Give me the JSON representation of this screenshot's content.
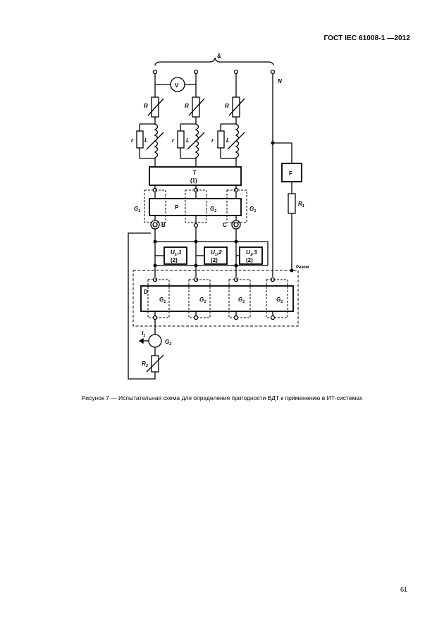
{
  "header": {
    "standard": "ГОСТ IEC 61008-1 —2012"
  },
  "figure": {
    "caption": "Рисунок 7 — Испытательная схема для определения пригодности ВДТ к применению в ИТ-системах",
    "labels": {
      "ampersand": "&",
      "N": "N",
      "V": "V",
      "R": "R",
      "r": "r",
      "L": "L",
      "T": "T",
      "one": "(1)",
      "two": "(2)",
      "P": "P",
      "G": "G",
      "sub1": "1",
      "sub2": "2",
      "B": "B",
      "C": "C",
      "U": "U",
      "u_1": "1",
      "u_2": "2",
      "u_3": "3",
      "D": "D",
      "F": "F",
      "R1": "R",
      "I": "I",
      "R2": "R",
      "earth": "Разом"
    }
  },
  "page": {
    "number": "61"
  }
}
